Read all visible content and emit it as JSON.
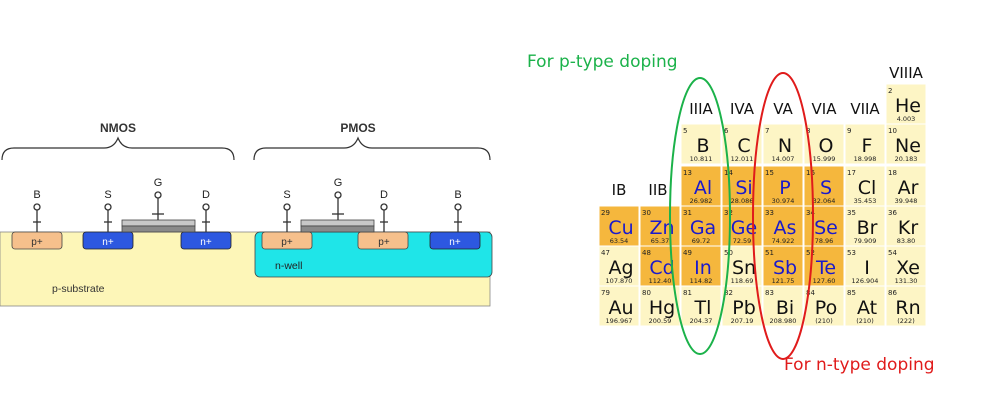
{
  "cmos": {
    "nmos_title": "NMOS",
    "pmos_title": "PMOS",
    "nmos_terminals": [
      "B",
      "S",
      "G",
      "D"
    ],
    "pmos_terminals": [
      "S",
      "G",
      "D",
      "B"
    ],
    "nmos_regions": [
      "p+",
      "n+",
      "n+"
    ],
    "pmos_regions": [
      "p+",
      "p+",
      "n+"
    ],
    "substrate_label": "p-substrate",
    "well_label": "n-well",
    "colors": {
      "substrate": "#fdf6b8",
      "nwell": "#1fe5e8",
      "ndiff": "#2d58e0",
      "pdiff": "#f6c08c",
      "gate": "#a8a8a8"
    }
  },
  "annotations": {
    "ptype": "For p-type doping",
    "ntype": "For n-type doping",
    "ptype_color": "#1bb24a",
    "ntype_color": "#e01b1b"
  },
  "periodic": {
    "group_headers": [
      "IB",
      "IIB",
      "IIIA",
      "IVA",
      "VA",
      "VIA",
      "VIIA",
      "VIIIA"
    ],
    "highlight_color": "#f5b73d",
    "normal_color": "#fdf5c5",
    "highlight_symbol_color": "#1a1acc",
    "elements": [
      {
        "n": "2",
        "s": "He",
        "m": "4.003",
        "h": false
      },
      {
        "n": "5",
        "s": "B",
        "m": "10.811",
        "h": false
      },
      {
        "n": "6",
        "s": "C",
        "m": "12.011",
        "h": false
      },
      {
        "n": "7",
        "s": "N",
        "m": "14.007",
        "h": false
      },
      {
        "n": "8",
        "s": "O",
        "m": "15.999",
        "h": false
      },
      {
        "n": "9",
        "s": "F",
        "m": "18.998",
        "h": false
      },
      {
        "n": "10",
        "s": "Ne",
        "m": "20.183",
        "h": false
      },
      {
        "n": "13",
        "s": "Al",
        "m": "26.982",
        "h": true
      },
      {
        "n": "14",
        "s": "Si",
        "m": "28.086",
        "h": true
      },
      {
        "n": "15",
        "s": "P",
        "m": "30.974",
        "h": true
      },
      {
        "n": "16",
        "s": "S",
        "m": "32.064",
        "h": true
      },
      {
        "n": "17",
        "s": "Cl",
        "m": "35.453",
        "h": false
      },
      {
        "n": "18",
        "s": "Ar",
        "m": "39.948",
        "h": false
      },
      {
        "n": "29",
        "s": "Cu",
        "m": "63.54",
        "h": true
      },
      {
        "n": "30",
        "s": "Zn",
        "m": "65.37",
        "h": true
      },
      {
        "n": "31",
        "s": "Ga",
        "m": "69.72",
        "h": true
      },
      {
        "n": "32",
        "s": "Ge",
        "m": "72.59",
        "h": true
      },
      {
        "n": "33",
        "s": "As",
        "m": "74.922",
        "h": true
      },
      {
        "n": "34",
        "s": "Se",
        "m": "78.96",
        "h": true
      },
      {
        "n": "35",
        "s": "Br",
        "m": "79.909",
        "h": false
      },
      {
        "n": "36",
        "s": "Kr",
        "m": "83.80",
        "h": false
      },
      {
        "n": "47",
        "s": "Ag",
        "m": "107.870",
        "h": false
      },
      {
        "n": "48",
        "s": "Cd",
        "m": "112.40",
        "h": true
      },
      {
        "n": "49",
        "s": "In",
        "m": "114.82",
        "h": true
      },
      {
        "n": "50",
        "s": "Sn",
        "m": "118.69",
        "h": false
      },
      {
        "n": "51",
        "s": "Sb",
        "m": "121.75",
        "h": true
      },
      {
        "n": "52",
        "s": "Te",
        "m": "127.60",
        "h": true
      },
      {
        "n": "53",
        "s": "I",
        "m": "126.904",
        "h": false
      },
      {
        "n": "54",
        "s": "Xe",
        "m": "131.30",
        "h": false
      },
      {
        "n": "79",
        "s": "Au",
        "m": "196.967",
        "h": false
      },
      {
        "n": "80",
        "s": "Hg",
        "m": "200.59",
        "h": false
      },
      {
        "n": "81",
        "s": "Tl",
        "m": "204.37",
        "h": false
      },
      {
        "n": "82",
        "s": "Pb",
        "m": "207.19",
        "h": false
      },
      {
        "n": "83",
        "s": "Bi",
        "m": "208.980",
        "h": false
      },
      {
        "n": "84",
        "s": "Po",
        "m": "(210)",
        "h": false
      },
      {
        "n": "85",
        "s": "At",
        "m": "(210)",
        "h": false
      },
      {
        "n": "86",
        "s": "Rn",
        "m": "(222)",
        "h": false
      }
    ]
  }
}
